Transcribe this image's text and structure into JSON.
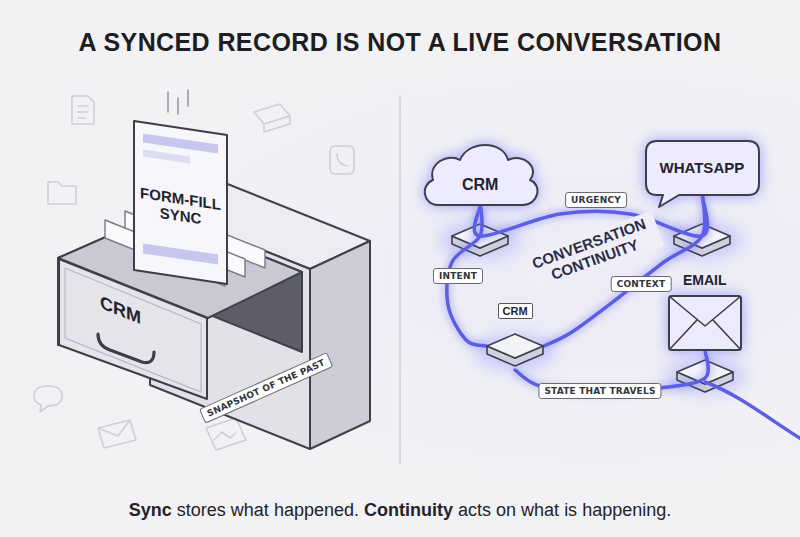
{
  "diagram": {
    "title": "A SYNCED RECORD IS NOT A LIVE CONVERSATION",
    "caption": "Sync stores what happened. Continuity acts on what is happening.",
    "nodes": [
      {
        "text": [
          "FORM-FILL SYNC"
        ]
      },
      {
        "text": [
          "CRM"
        ]
      },
      {
        "text": [
          "CRM"
        ]
      },
      {
        "text": [
          "WHATSAPP"
        ]
      },
      {
        "text": [
          "CRM"
        ]
      },
      {
        "text": [
          "EMAIL"
        ]
      }
    ],
    "edges": [
      {
        "from": 2,
        "to": 3,
        "arrow": "none",
        "label": "URGENCY"
      },
      {
        "from": 2,
        "to": 4,
        "arrow": "none",
        "label": "INTENT"
      },
      {
        "from": 3,
        "to": 4,
        "arrow": "none",
        "label": "CONTEXT"
      },
      {
        "from": 4,
        "to": 5,
        "arrow": "none",
        "label": "STATE THAT TRAVELS"
      }
    ],
    "labels": [
      "SNAPSHOT OF THE PAST",
      "CONVERSATION CONTINUITY"
    ]
  }
}
